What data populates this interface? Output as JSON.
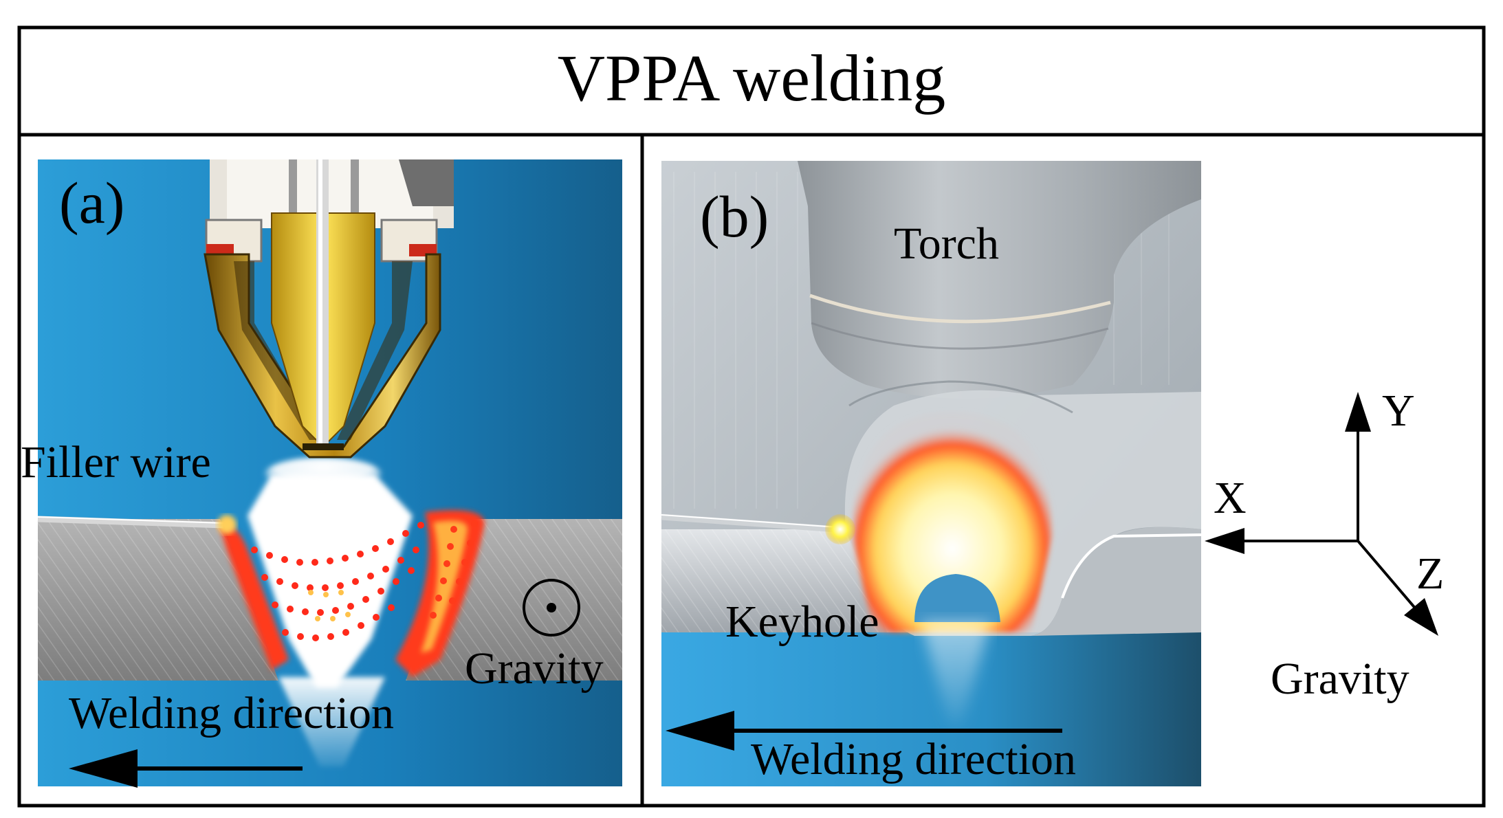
{
  "title": "VPPA welding",
  "panel_a": {
    "tag": "(a)",
    "filler_label": "Filler wire",
    "gravity_label": "Gravity",
    "direction_label": "Welding direction"
  },
  "panel_b": {
    "tag": "(b)",
    "torch_label": "Torch",
    "keyhole_label": "Keyhole",
    "direction_label": "Welding direction"
  },
  "axes": {
    "x_label": "X",
    "y_label": "Y",
    "z_label": "Z",
    "gravity_label": "Gravity"
  },
  "colors": {
    "panel_a_bg": "#1f86c1",
    "panel_b_bg": "#aeb6bd",
    "plate_gray": "#9a9a9a",
    "arc_hot": "#ff3b1a",
    "arc_core": "#fff8c8",
    "brass": "#d9a825"
  }
}
